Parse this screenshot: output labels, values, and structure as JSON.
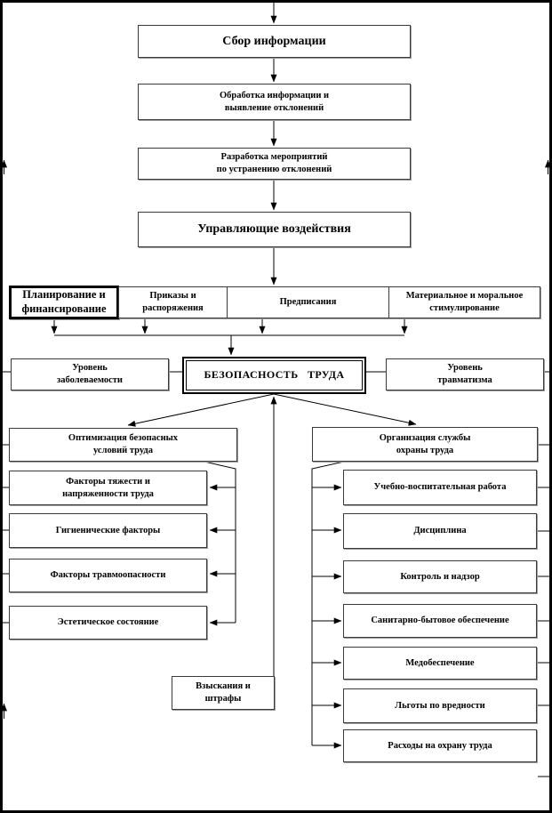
{
  "flow": {
    "step1": "Сбор информации",
    "step2": "Обработка информации и\nвыявление отклонений",
    "step3": "Разработка мероприятий\nпо устранению отклонений",
    "step4": "Управляющие воздействия"
  },
  "levers": {
    "planning": "Планирование и\nфинансирование",
    "orders": "Приказы и\nраспоряжения",
    "prescriptions": "Предписания",
    "stimulation": "Материальное и моральное\nстимулирование"
  },
  "indicators": {
    "morbidity": "Уровень\nзаболеваемости",
    "safety": "БЕЗОПАСНОСТЬ ТРУДА",
    "injury": "Уровень\nтравматизма"
  },
  "left_branch": {
    "header": "Оптимизация безопасных\nусловий труда",
    "items": [
      "Факторы тяжести и\nнапряженности труда",
      "Гигиенические факторы",
      "Факторы травмоопасности",
      "Эстетическое состояние"
    ]
  },
  "right_branch": {
    "header": "Организация службы\nохраны труда",
    "items": [
      "Учебно-воспитательная работа",
      "Дисциплина",
      "Контроль и надзор",
      "Санитарно-бытовое обеспечение",
      "Медобеспечение",
      "Льготы по вредности",
      "Расходы на охрану труда"
    ]
  },
  "sanctions": "Взыскания и\nштрафы",
  "colors": {
    "line": "#000000",
    "box_border": "#3a3a3a",
    "background": "#ffffff"
  }
}
